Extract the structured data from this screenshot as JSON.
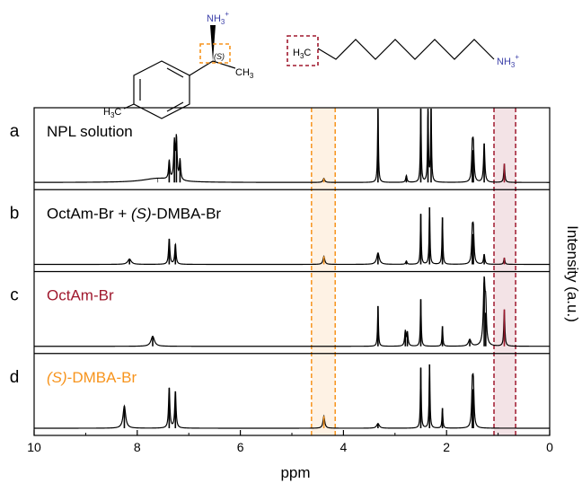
{
  "structures": {
    "left": {
      "amine_label": "NH",
      "amine_sub": "3",
      "amine_sup": "+",
      "stereo_label": "(S)",
      "methyl_right_label": "CH",
      "methyl_right_sub": "3",
      "methyl_ring_label": "H",
      "methyl_ring_sub": "3",
      "methyl_ring_c": "C"
    },
    "right": {
      "methyl_label": "H",
      "methyl_sub": "3",
      "methyl_c": "C",
      "amine_label": "NH",
      "amine_sub": "3",
      "amine_sup": "+"
    }
  },
  "colors": {
    "orange": "#f7941d",
    "dark_red": "#a0192e",
    "amine_blue": "#3b3fa8",
    "spectrum": "#000000"
  },
  "chart_data": {
    "type": "line",
    "xlabel": "ppm",
    "ylabel": "Intensity (a.u.)",
    "xlim": [
      10,
      0
    ],
    "x_ticks": [
      10,
      8,
      6,
      4,
      2,
      0
    ],
    "tick_labels": [
      "10",
      "8",
      "6",
      "4",
      "2",
      "0"
    ],
    "highlight_regions": [
      {
        "range": [
          4.62,
          4.16
        ],
        "color": "orange"
      },
      {
        "range": [
          1.08,
          0.66
        ],
        "color": "dark_red"
      }
    ],
    "series": [
      {
        "letter": "a",
        "name": "NPL solution",
        "name_parts": [
          {
            "text": "NPL solution",
            "italic": false
          }
        ],
        "label_color": "#000000",
        "peaks": [
          {
            "ppm": 7.6,
            "height": 0.06,
            "width": 0.35
          },
          {
            "ppm": 7.38,
            "height": 0.28,
            "width": 0.015
          },
          {
            "ppm": 7.28,
            "height": 0.55,
            "width": 0.015
          },
          {
            "ppm": 7.24,
            "height": 0.62,
            "width": 0.015
          },
          {
            "ppm": 7.17,
            "height": 0.3,
            "width": 0.015
          },
          {
            "ppm": 4.38,
            "height": 0.06,
            "width": 0.02,
            "highlight": "orange"
          },
          {
            "ppm": 3.33,
            "height": 1.1,
            "width": 0.01
          },
          {
            "ppm": 2.78,
            "height": 0.1,
            "width": 0.015
          },
          {
            "ppm": 2.5,
            "height": 1.1,
            "width": 0.01
          },
          {
            "ppm": 2.36,
            "height": 1.1,
            "width": 0.01
          },
          {
            "ppm": 2.3,
            "height": 1.1,
            "width": 0.01
          },
          {
            "ppm": 1.5,
            "height": 0.48,
            "width": 0.015
          },
          {
            "ppm": 1.48,
            "height": 0.48,
            "width": 0.015
          },
          {
            "ppm": 1.27,
            "height": 0.58,
            "width": 0.015
          },
          {
            "ppm": 0.88,
            "height": 0.28,
            "width": 0.012,
            "highlight": "dark_red"
          }
        ]
      },
      {
        "letter": "b",
        "name": "OctAm-Br + (S)-DMBA-Br",
        "name_parts": [
          {
            "text": "OctAm-Br + ",
            "italic": false
          },
          {
            "text": "(S)",
            "italic": true
          },
          {
            "text": "-DMBA-Br",
            "italic": false
          }
        ],
        "label_color": "#000000",
        "peaks": [
          {
            "ppm": 8.15,
            "height": 0.08,
            "width": 0.04
          },
          {
            "ppm": 7.38,
            "height": 0.38,
            "width": 0.015
          },
          {
            "ppm": 7.26,
            "height": 0.3,
            "width": 0.015
          },
          {
            "ppm": 4.38,
            "height": 0.12,
            "width": 0.02,
            "highlight": "orange"
          },
          {
            "ppm": 3.33,
            "height": 0.17,
            "width": 0.03
          },
          {
            "ppm": 2.78,
            "height": 0.05,
            "width": 0.015
          },
          {
            "ppm": 2.5,
            "height": 0.75,
            "width": 0.01
          },
          {
            "ppm": 2.33,
            "height": 0.85,
            "width": 0.01
          },
          {
            "ppm": 2.08,
            "height": 0.7,
            "width": 0.01
          },
          {
            "ppm": 1.5,
            "height": 0.45,
            "width": 0.015
          },
          {
            "ppm": 1.48,
            "height": 0.45,
            "width": 0.015
          },
          {
            "ppm": 1.27,
            "height": 0.15,
            "width": 0.015
          },
          {
            "ppm": 0.88,
            "height": 0.1,
            "width": 0.012,
            "highlight": "dark_red"
          }
        ]
      },
      {
        "letter": "c",
        "name": "OctAm-Br",
        "name_parts": [
          {
            "text": "OctAm-Br",
            "italic": false
          }
        ],
        "label_color": "#a0192e",
        "peaks": [
          {
            "ppm": 7.7,
            "height": 0.15,
            "width": 0.04
          },
          {
            "ppm": 3.33,
            "height": 0.6,
            "width": 0.01
          },
          {
            "ppm": 2.8,
            "height": 0.22,
            "width": 0.015
          },
          {
            "ppm": 2.76,
            "height": 0.2,
            "width": 0.015
          },
          {
            "ppm": 2.5,
            "height": 0.7,
            "width": 0.01
          },
          {
            "ppm": 2.08,
            "height": 0.3,
            "width": 0.01
          },
          {
            "ppm": 1.55,
            "height": 0.1,
            "width": 0.03
          },
          {
            "ppm": 1.27,
            "height": 0.95,
            "width": 0.02
          },
          {
            "ppm": 1.24,
            "height": 0.5,
            "width": 0.015
          },
          {
            "ppm": 0.88,
            "height": 0.55,
            "width": 0.012,
            "highlight": "dark_red"
          }
        ]
      },
      {
        "letter": "d",
        "name": "(S)-DMBA-Br",
        "name_parts": [
          {
            "text": "(S)",
            "italic": true
          },
          {
            "text": "-DMBA-Br",
            "italic": false
          }
        ],
        "label_color": "#f7941d",
        "peaks": [
          {
            "ppm": 8.25,
            "height": 0.33,
            "width": 0.03
          },
          {
            "ppm": 7.38,
            "height": 0.6,
            "width": 0.015
          },
          {
            "ppm": 7.26,
            "height": 0.55,
            "width": 0.015
          },
          {
            "ppm": 4.38,
            "height": 0.18,
            "width": 0.02,
            "highlight": "orange"
          },
          {
            "ppm": 3.33,
            "height": 0.07,
            "width": 0.03
          },
          {
            "ppm": 2.5,
            "height": 0.9,
            "width": 0.01
          },
          {
            "ppm": 2.33,
            "height": 0.95,
            "width": 0.01
          },
          {
            "ppm": 2.08,
            "height": 0.3,
            "width": 0.01
          },
          {
            "ppm": 1.5,
            "height": 0.58,
            "width": 0.015
          },
          {
            "ppm": 1.48,
            "height": 0.58,
            "width": 0.015
          }
        ]
      }
    ]
  }
}
